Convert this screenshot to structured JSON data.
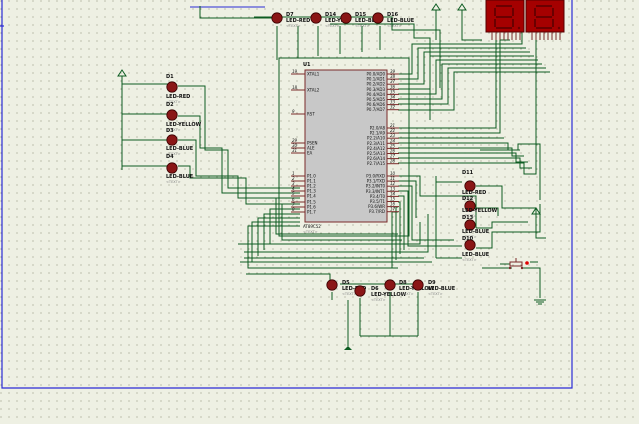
{
  "colors": {
    "background": "#eef0e3",
    "grid_dot": "#9a9a86",
    "sheet_border": "#2b2bd6",
    "wire": "#0d5c22",
    "component_outline": "#7a2a2a",
    "chip_body": "#c8c8c8",
    "led_body": "#8a1616",
    "seg_display": "#a50000",
    "probe_dot": "#e00000"
  },
  "icons": {
    "led": "led-icon",
    "power_terminal": "power-arrow-icon",
    "ground": "ground-icon",
    "push_button": "push-button-icon",
    "display": "seven-segment-icon"
  },
  "chip": {
    "ref": "U1",
    "part": "AT89C52",
    "pins_left": [
      {
        "num": "19",
        "name": "XTAL1"
      },
      {
        "num": "18",
        "name": "XTAL2"
      },
      {
        "num": "9",
        "name": "RST"
      },
      {
        "num": "29",
        "name": "PSEN"
      },
      {
        "num": "30",
        "name": "ALE"
      },
      {
        "num": "31",
        "name": "EA"
      },
      {
        "num": "1",
        "name": "P1.0"
      },
      {
        "num": "2",
        "name": "P1.1"
      },
      {
        "num": "3",
        "name": "P1.2"
      },
      {
        "num": "4",
        "name": "P1.3"
      },
      {
        "num": "5",
        "name": "P1.4"
      },
      {
        "num": "6",
        "name": "P1.5"
      },
      {
        "num": "7",
        "name": "P1.6"
      },
      {
        "num": "8",
        "name": "P1.7"
      }
    ],
    "pins_right": [
      {
        "num": "39",
        "name": "P0.0/AD0"
      },
      {
        "num": "38",
        "name": "P0.1/AD1"
      },
      {
        "num": "37",
        "name": "P0.2/AD2"
      },
      {
        "num": "36",
        "name": "P0.3/AD3"
      },
      {
        "num": "35",
        "name": "P0.4/AD4"
      },
      {
        "num": "34",
        "name": "P0.5/AD5"
      },
      {
        "num": "33",
        "name": "P0.6/AD6"
      },
      {
        "num": "32",
        "name": "P0.7/AD7"
      },
      {
        "num": "21",
        "name": "P2.0/A8"
      },
      {
        "num": "22",
        "name": "P2.1/A9"
      },
      {
        "num": "23",
        "name": "P2.2/A10"
      },
      {
        "num": "24",
        "name": "P2.3/A11"
      },
      {
        "num": "25",
        "name": "P2.4/A12"
      },
      {
        "num": "26",
        "name": "P2.5/A13"
      },
      {
        "num": "27",
        "name": "P2.6/A14"
      },
      {
        "num": "28",
        "name": "P2.7/A15"
      },
      {
        "num": "10",
        "name": "P3.0/RXD"
      },
      {
        "num": "11",
        "name": "P3.1/TXD"
      },
      {
        "num": "12",
        "name": "P3.2/INT0"
      },
      {
        "num": "13",
        "name": "P3.3/INT1"
      },
      {
        "num": "14",
        "name": "P3.4/T0"
      },
      {
        "num": "15",
        "name": "P3.5/T1"
      },
      {
        "num": "16",
        "name": "P3.6/WR"
      },
      {
        "num": "17",
        "name": "P3.7/RD"
      }
    ]
  },
  "leds": [
    {
      "id": "d7",
      "ref": "D7",
      "part": "LED-RED",
      "sub": "<TEXT>"
    },
    {
      "id": "d14",
      "ref": "D14",
      "part": "LED-YE",
      "sub": "<TEXT>"
    },
    {
      "id": "d15",
      "ref": "D15",
      "part": "LED-BLUE",
      "sub": "<TEXT>"
    },
    {
      "id": "d16",
      "ref": "D16",
      "part": "LED-BLUE",
      "sub": "<TEXT>"
    },
    {
      "id": "d1",
      "ref": "D1",
      "part": "LED-RED",
      "sub": "<TEXT>"
    },
    {
      "id": "d2",
      "ref": "D2",
      "part": "LED-YELLOW",
      "sub": "<TEXT>"
    },
    {
      "id": "d3",
      "ref": "D3",
      "part": "LED-BLUE",
      "sub": "<TEXT>"
    },
    {
      "id": "d4",
      "ref": "D4",
      "part": "LED-BLUE",
      "sub": "<TEXT>"
    },
    {
      "id": "d11",
      "ref": "D11",
      "part": "LED-RED",
      "sub": "<TEXT>"
    },
    {
      "id": "d12",
      "ref": "D12",
      "part": "LED-YELLOW",
      "sub": "<TEXT>"
    },
    {
      "id": "d13",
      "ref": "D13",
      "part": "LED-BLUE",
      "sub": "<TEXT>"
    },
    {
      "id": "d10",
      "ref": "D10",
      "part": "LED-BLUE",
      "sub": "<TEXT>"
    },
    {
      "id": "d5",
      "ref": "D5",
      "part": "LED-RED",
      "sub": "<TEXT>"
    },
    {
      "id": "d6",
      "ref": "D6",
      "part": "LED-YELLOW",
      "sub": "<TEXT>"
    },
    {
      "id": "d8",
      "ref": "D8",
      "part": "LED-YELLOW",
      "sub": "<TEXT>"
    },
    {
      "id": "d9",
      "ref": "D9",
      "part": "LED-BLUE",
      "sub": "<TEXT>"
    }
  ]
}
